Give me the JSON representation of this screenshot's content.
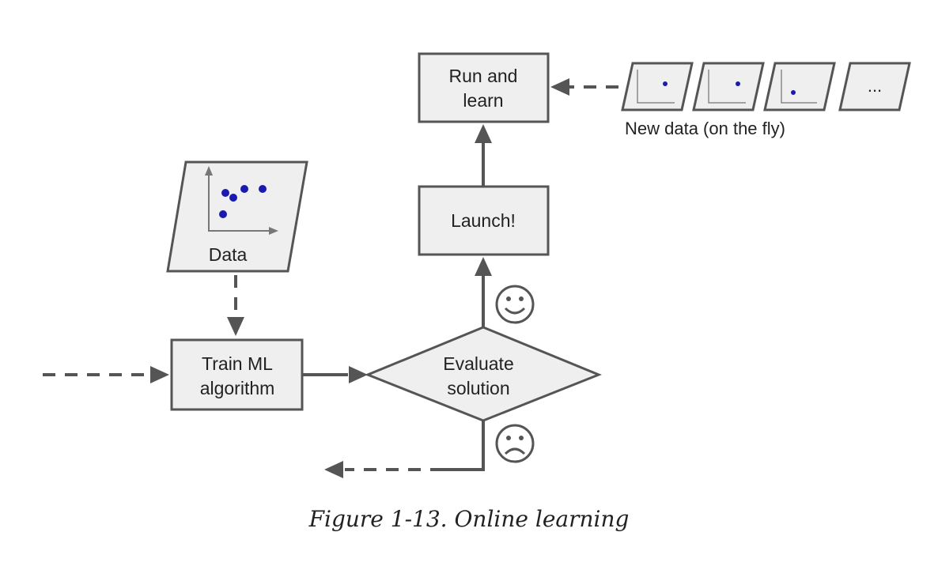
{
  "nodes": {
    "run_and_learn": [
      "Run and",
      "learn"
    ],
    "launch": "Launch!",
    "data": "Data",
    "train": [
      "Train ML",
      "algorithm"
    ],
    "evaluate": [
      "Evaluate",
      "solution"
    ]
  },
  "new_data": {
    "label": "New data (on the fly)",
    "more": "..."
  },
  "caption": "Figure 1-13. Online learning",
  "colors": {
    "box_fill": "#efefef",
    "stroke": "#555555",
    "data_point": "#1a1ab0"
  }
}
